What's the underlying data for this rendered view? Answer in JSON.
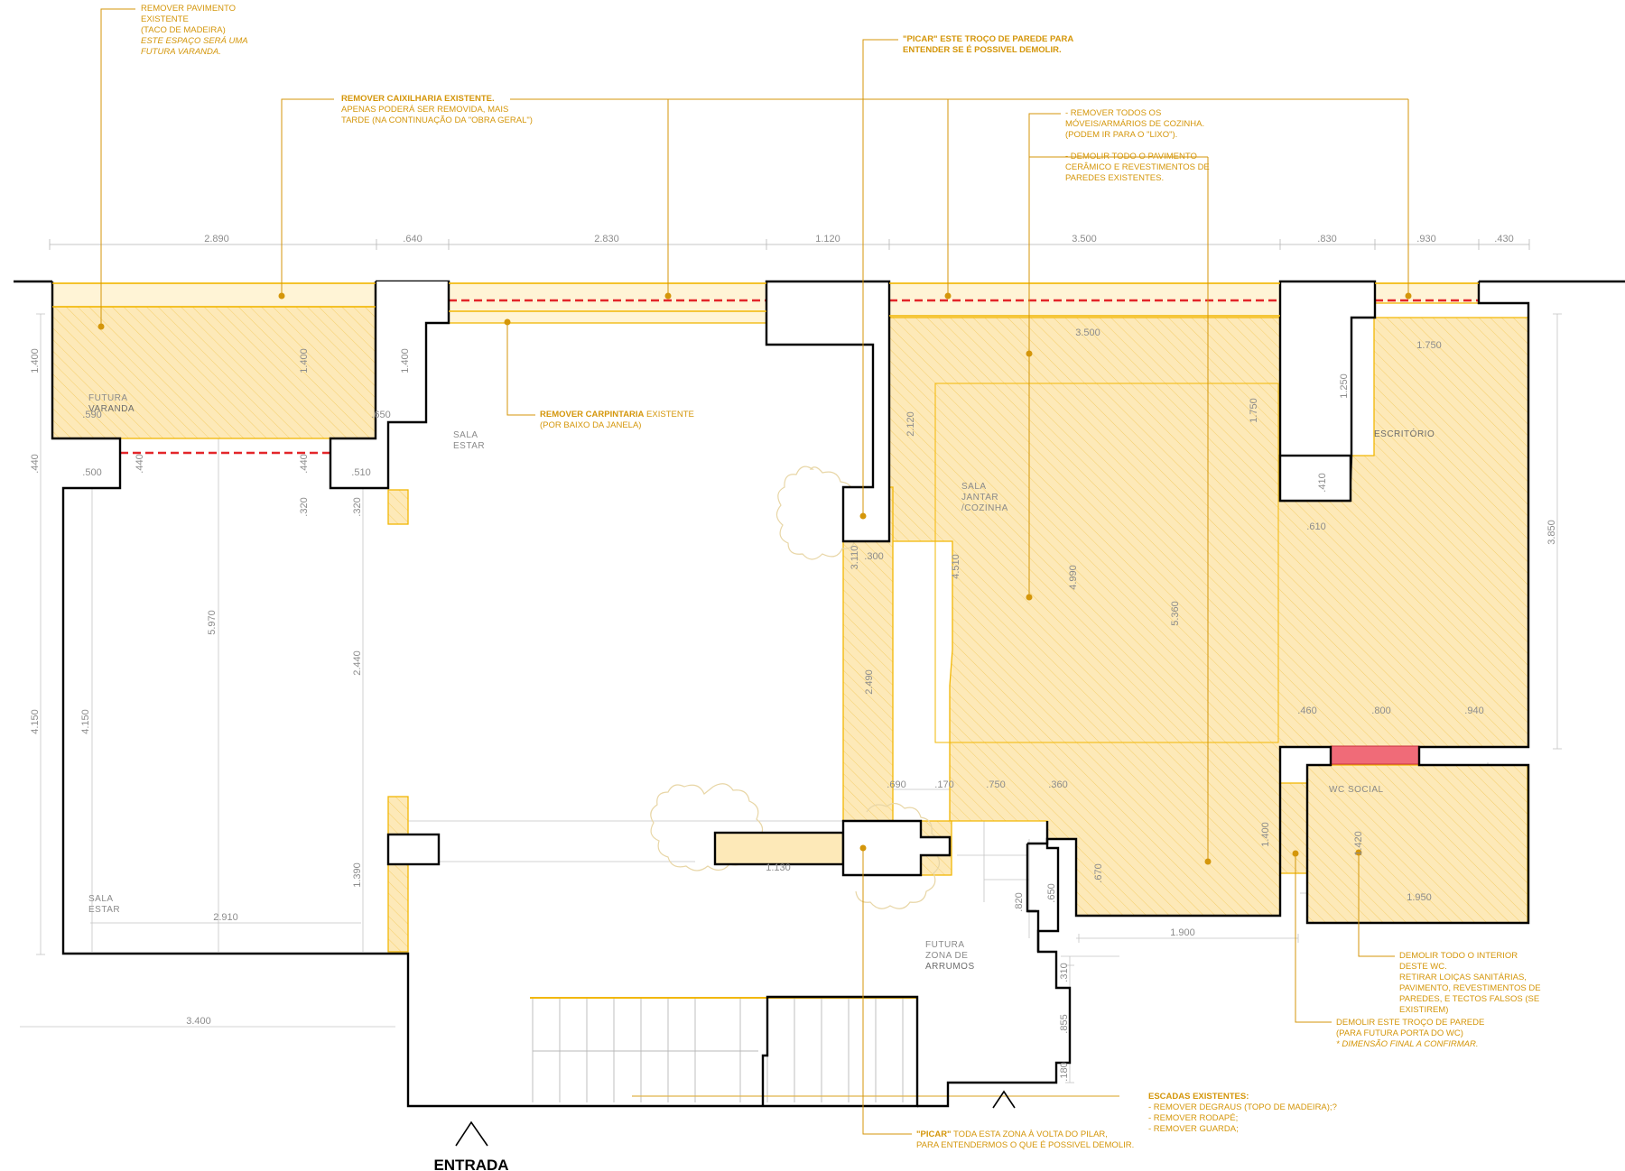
{
  "colors": {
    "wall": "#000000",
    "demolish_fill": "#fde9b8",
    "demolish_stroke": "#f2b705",
    "annotation": "#d4960a",
    "dimension": "#8c8c8c",
    "window_dash": "#e3262a",
    "door_highlight": "#f06b78"
  },
  "notes": {
    "pavimento": [
      "REMOVER PAVIMENTO",
      "EXISTENTE",
      "(TACO DE MADEIRA)",
      "ESTE ESPAÇO SERÁ UMA",
      "FUTURA VARANDA."
    ],
    "caixilharia_title": "REMOVER CAIXILHARIA EXISTENTE.",
    "caixilharia": [
      "APENAS PODERÁ SER REMOVIDA, MAIS",
      "TARDE (NA CONTINUAÇÃO DA \"OBRA GERAL\")"
    ],
    "picar_parede": [
      "\"PICAR\" ESTE TROÇO DE PAREDE PARA",
      "ENTENDER SE É POSSIVEL DEMOLIR."
    ],
    "cozinha_moveis": [
      "- REMOVER TODOS OS",
      "MÓVEIS/ARMÁRIOS DE COZINHA.",
      "(PODEM IR PARA O \"LIXO\")."
    ],
    "cozinha_pavimento": [
      "- DEMOLIR TODO O PAVIMENTO",
      "CERÂMICO E REVESTIMENTOS DE",
      "PAREDES EXISTENTES."
    ],
    "carpintaria_title": "REMOVER CARPINTARIA",
    "carpintaria_rest": " EXISTENTE",
    "carpintaria_sub": "(POR BAIXO DA JANELA)",
    "wc_interior": [
      "DEMOLIR TODO O INTERIOR",
      "DESTE WC.",
      "RETIRAR LOIÇAS SANITÁRIAS,",
      "PAVIMENTO, REVESTIMENTOS DE",
      "PAREDES, E TECTOS FALSOS (SE",
      "EXISTIREM)"
    ],
    "troco_parede": [
      "DEMOLIR ESTE TROÇO DE PAREDE",
      "(PARA FUTURA PORTA DO WC)"
    ],
    "troco_parede_i": "* DIMENSÃO FINAL A CONFIRMAR.",
    "escadas_title": "ESCADAS EXISTENTES:",
    "escadas": [
      "- REMOVER DEGRAUS (TOPO DE MADEIRA);?",
      "- REMOVER RODAPÉ;",
      "- REMOVER GUARDA;"
    ],
    "picar_pilar_b": "\"PICAR\"",
    "picar_pilar_rest": " TODA ESTA ZONA À VOLTA DO PILAR,",
    "picar_pilar_2": "PARA ENTENDERMOS O QUE É POSSIVEL DEMOLIR."
  },
  "rooms": {
    "varanda": [
      "FUTURA",
      "VARANDA"
    ],
    "sala_estar_top": [
      "SALA",
      "ESTAR"
    ],
    "sala_estar_bottom": [
      "SALA",
      "ESTAR"
    ],
    "sala_jantar": [
      "SALA",
      "JANTAR",
      "/COZINHA"
    ],
    "escritorio": "ESCRITÓRIO",
    "wc": "WC SOCIAL",
    "arrumos": [
      "FUTURA",
      "ZONA DE",
      "ARRUMOS"
    ]
  },
  "entrada": "ENTRADA",
  "dimensions": {
    "top": [
      "2.890",
      ".640",
      "2.830",
      "1.120",
      "3.500",
      ".830",
      ".930",
      ".430"
    ],
    "inner": [
      "1.400",
      "1.400",
      "1.400",
      ".590",
      ".650",
      ".500",
      ".440",
      ".510",
      ".440",
      ".440",
      ".320",
      ".320",
      "5.970",
      "4.150",
      "4.150",
      "2.440",
      "1.390",
      "2.910",
      "3.400",
      "3.500",
      "1.750",
      "1.250",
      "1.750",
      "2.120",
      ".410",
      ".610",
      "3.850",
      ".300",
      "3.110",
      "4.510",
      "4.990",
      "5.360",
      "2.490",
      ".690",
      ".170",
      ".750",
      ".360",
      ".460",
      ".800",
      ".940",
      "1.420",
      "1.950",
      "1.400",
      "1.130",
      ".670",
      "1.900",
      ".820",
      ".650",
      ".310",
      ".855",
      ".180"
    ]
  }
}
